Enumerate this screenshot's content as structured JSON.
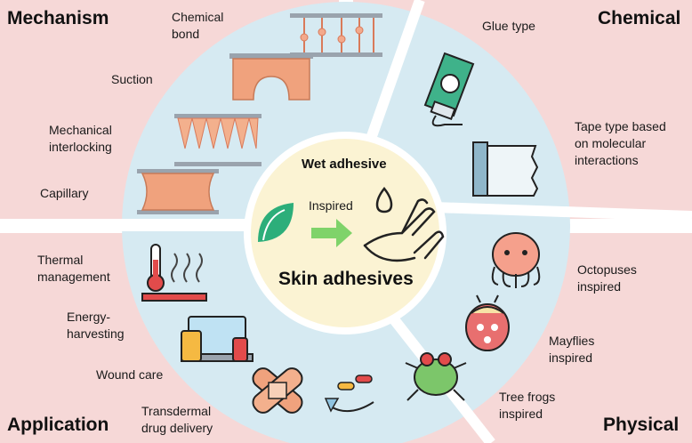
{
  "quadrants": {
    "mechanism": {
      "title": "Mechanism",
      "items": [
        "Chemical\nbond",
        "Suction",
        "Mechanical\ninterlocking",
        "Capillary"
      ]
    },
    "chemical": {
      "title": "Chemical",
      "items": [
        "Glue type",
        "Tape type based\non molecular\ninteractions"
      ]
    },
    "application": {
      "title": "Application",
      "items": [
        "Thermal\nmanagement",
        "Energy-\nharvesting",
        "Wound care",
        "Transdermal\ndrug delivery"
      ]
    },
    "physical": {
      "title": "Physical",
      "items": [
        "Octopuses\ninspired",
        "Mayflies\ninspired",
        "Tree frogs\ninspired"
      ]
    }
  },
  "center": {
    "top_label": "Wet adhesive",
    "arrow_label": "Inspired",
    "main_label": "Skin adhesives"
  },
  "colors": {
    "pink": "#f6d8d7",
    "blue": "#d6eaf2",
    "center": "#fbf3d3",
    "leaf": "#2cae7a",
    "arrow": "#7fd36a"
  }
}
